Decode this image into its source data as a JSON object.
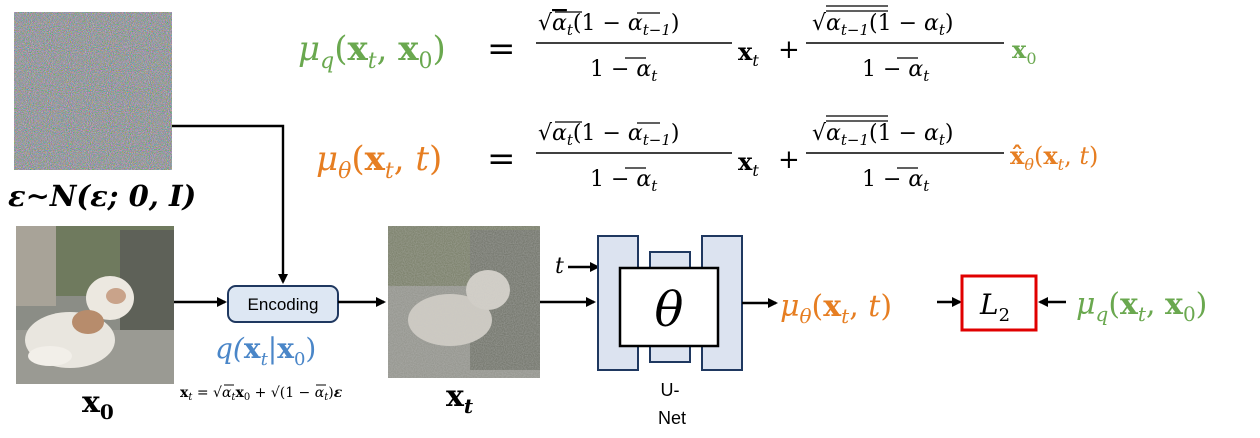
{
  "colors": {
    "green": "#6aa84f",
    "orange": "#e67e22",
    "blue": "#4a86c8",
    "red": "#e00000",
    "unet_fill": "#dce3f0",
    "unet_stroke": "#1f3860",
    "encoding_fill": "#dde7f3",
    "black": "#000000"
  },
  "formulas": {
    "mu_q_lhs": "μq(xt, x0) =",
    "mu_theta_lhs": "μθ(xt, t) =",
    "term1_num": "√ᾱt (1 − ᾱt−1)",
    "term1_den": "1 − ᾱt",
    "term1_var": "xt",
    "plus": "+",
    "term2_num": "√ᾱt−1 (1 − αt)",
    "term2_den": "1 − ᾱt",
    "term2_var_q": "x0",
    "term2_var_theta": "x̂θ(xt, t)"
  },
  "labels": {
    "noise": "ε∼N(ε; 0, I)",
    "x0": "x0",
    "xt": "xt",
    "t_input": "t",
    "encoding": "Encoding",
    "q_dist": "q(xt|x0)",
    "reparam": "xt = √ᾱt x0 + √(1 − ᾱt) ε",
    "theta": "θ",
    "unet_line1": "U-",
    "unet_line2": "Net",
    "mu_theta_out": "μθ(xt, t)",
    "loss": "L2",
    "mu_q_target": "μq(xt, x0)"
  },
  "icons": {
    "noise_image": "gaussian-noise-image",
    "cat_image": "cat-photo-image",
    "noisy_cat_image": "noisy-cat-photo-image"
  }
}
